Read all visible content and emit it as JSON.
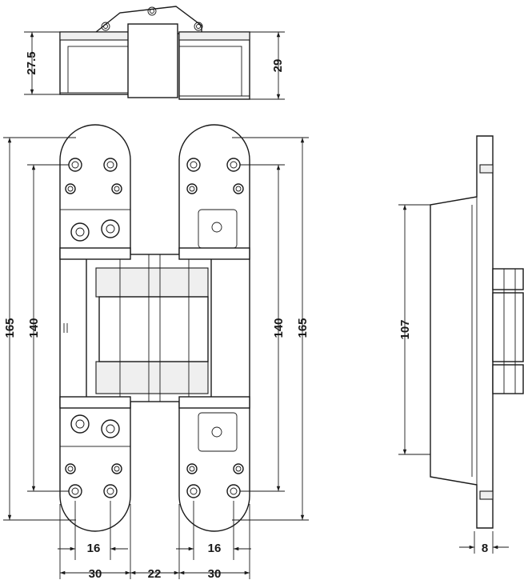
{
  "dimensions": {
    "top_left_height": "27.5",
    "top_right_height": "29",
    "left_outer_length": "165",
    "left_hole_pitch": "140",
    "right_hole_pitch": "140",
    "right_outer_length": "165",
    "side_height": "107",
    "side_thickness": "8",
    "hole_spacing_left": "16",
    "hole_spacing_right": "16",
    "width_left": "30",
    "gap_middle": "22",
    "width_right": "30"
  },
  "colors": {
    "line": "#1a1a1a",
    "fill": "#ffffff",
    "shade": "#efefef"
  }
}
